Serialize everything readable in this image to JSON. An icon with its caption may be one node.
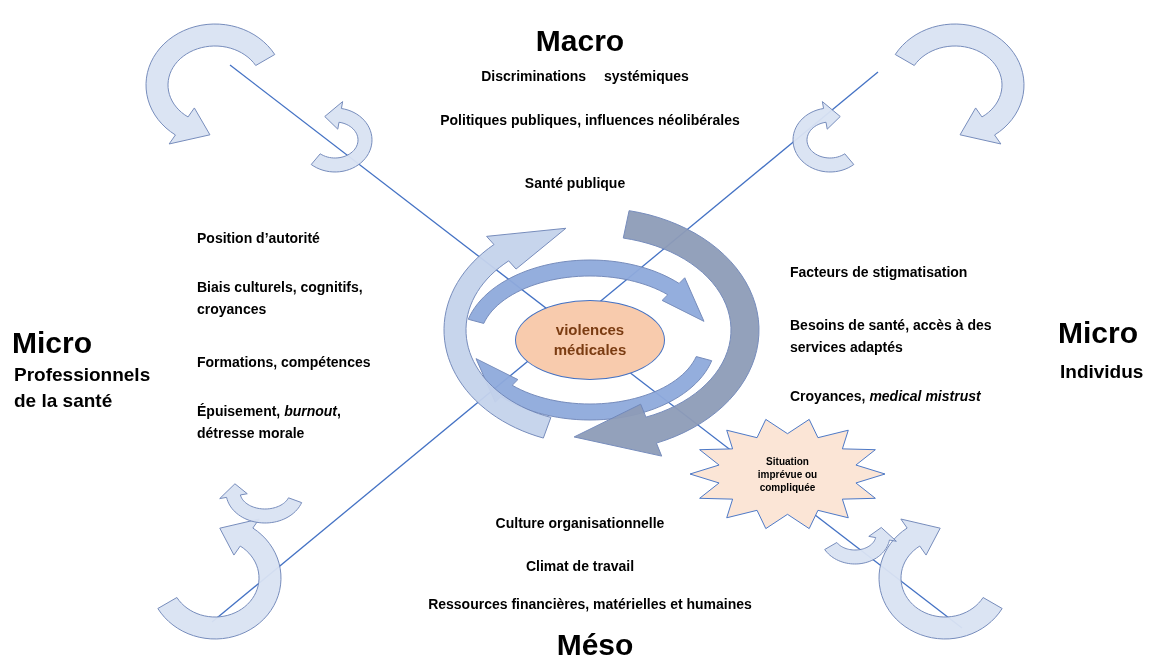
{
  "diagram": {
    "nodes": [
      {
        "text": [
          "violences médicales"
        ]
      },
      {
        "text": [
          "Situation imprévue ou compliquée"
        ]
      }
    ],
    "labels": [
      "Macro",
      "Discriminations systémiques",
      "Politiques publiques, influences néolibérales",
      "Santé publique",
      "Position d’autorité",
      "Facteurs de stigmatisation",
      "Biais culturels, cognitifs, croyances",
      "Micro",
      "Professionnels de la santé",
      "Besoins de santé, accès à des services adaptés",
      "Micro",
      "Individus",
      "Formations, compétences",
      "Croyances, *medical mistrust*",
      "Épuisement, *burnout*, détresse morale",
      "Culture organisationnelle",
      "Climat de travail",
      "Ressources financières, matérielles et humaines",
      "Méso"
    ]
  }
}
